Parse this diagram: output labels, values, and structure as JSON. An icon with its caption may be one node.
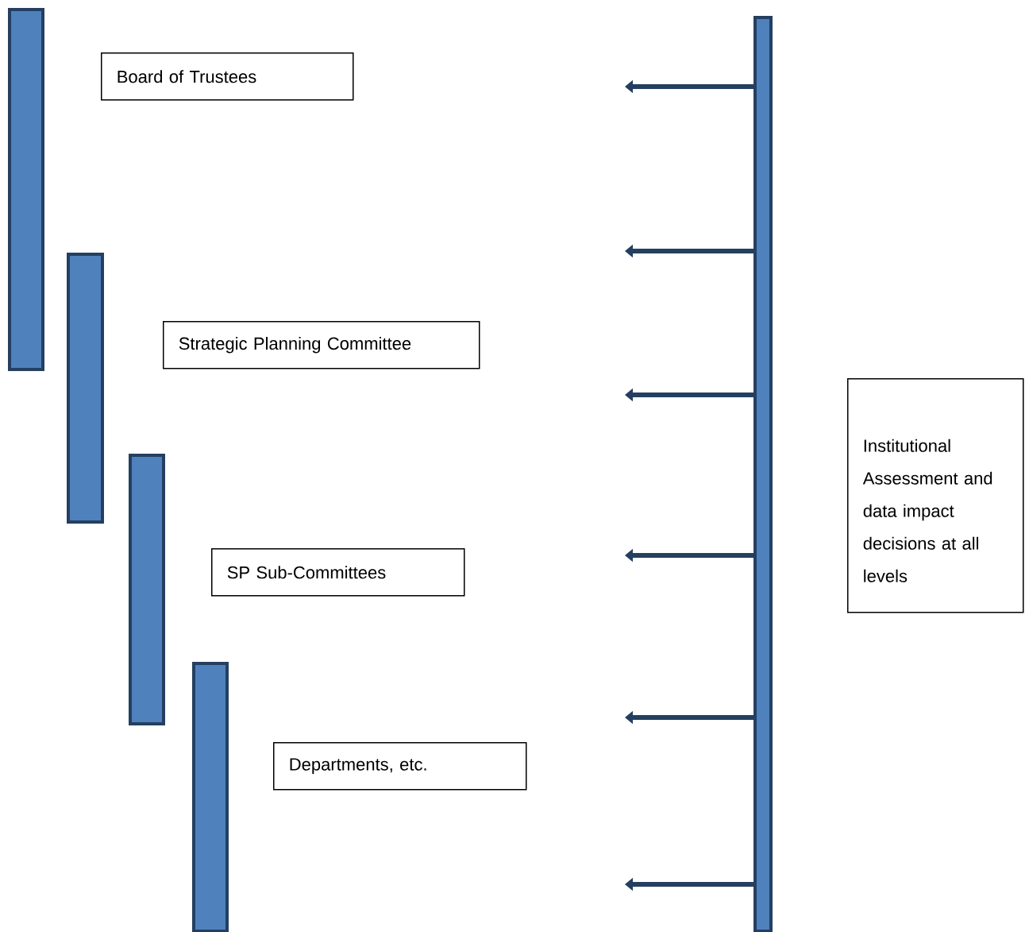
{
  "diagram": {
    "nodes": [
      {
        "text": [
          "Board of Trustees"
        ]
      },
      {
        "text": [
          "Strategic Planning Committee"
        ]
      },
      {
        "text": [
          "SP Sub-Committees"
        ]
      },
      {
        "text": [
          "Departments, etc."
        ]
      },
      {
        "text": [
          "Institutional Assessment and data impact decisions at all levels"
        ]
      },
      {
        "text": [],
        "shape": "bar"
      },
      {
        "text": [],
        "shape": "bar"
      },
      {
        "text": [],
        "shape": "bar"
      },
      {
        "text": [],
        "shape": "bar"
      },
      {
        "text": [],
        "shape": "bar"
      }
    ],
    "edges": [
      {
        "from": 5,
        "to": null,
        "arrow": "to"
      },
      {
        "from": 5,
        "to": null,
        "arrow": "to"
      },
      {
        "from": 5,
        "to": null,
        "arrow": "to"
      },
      {
        "from": 5,
        "to": null,
        "arrow": "to"
      },
      {
        "from": 5,
        "to": null,
        "arrow": "to"
      },
      {
        "from": 5,
        "to": null,
        "arrow": "to"
      }
    ]
  }
}
